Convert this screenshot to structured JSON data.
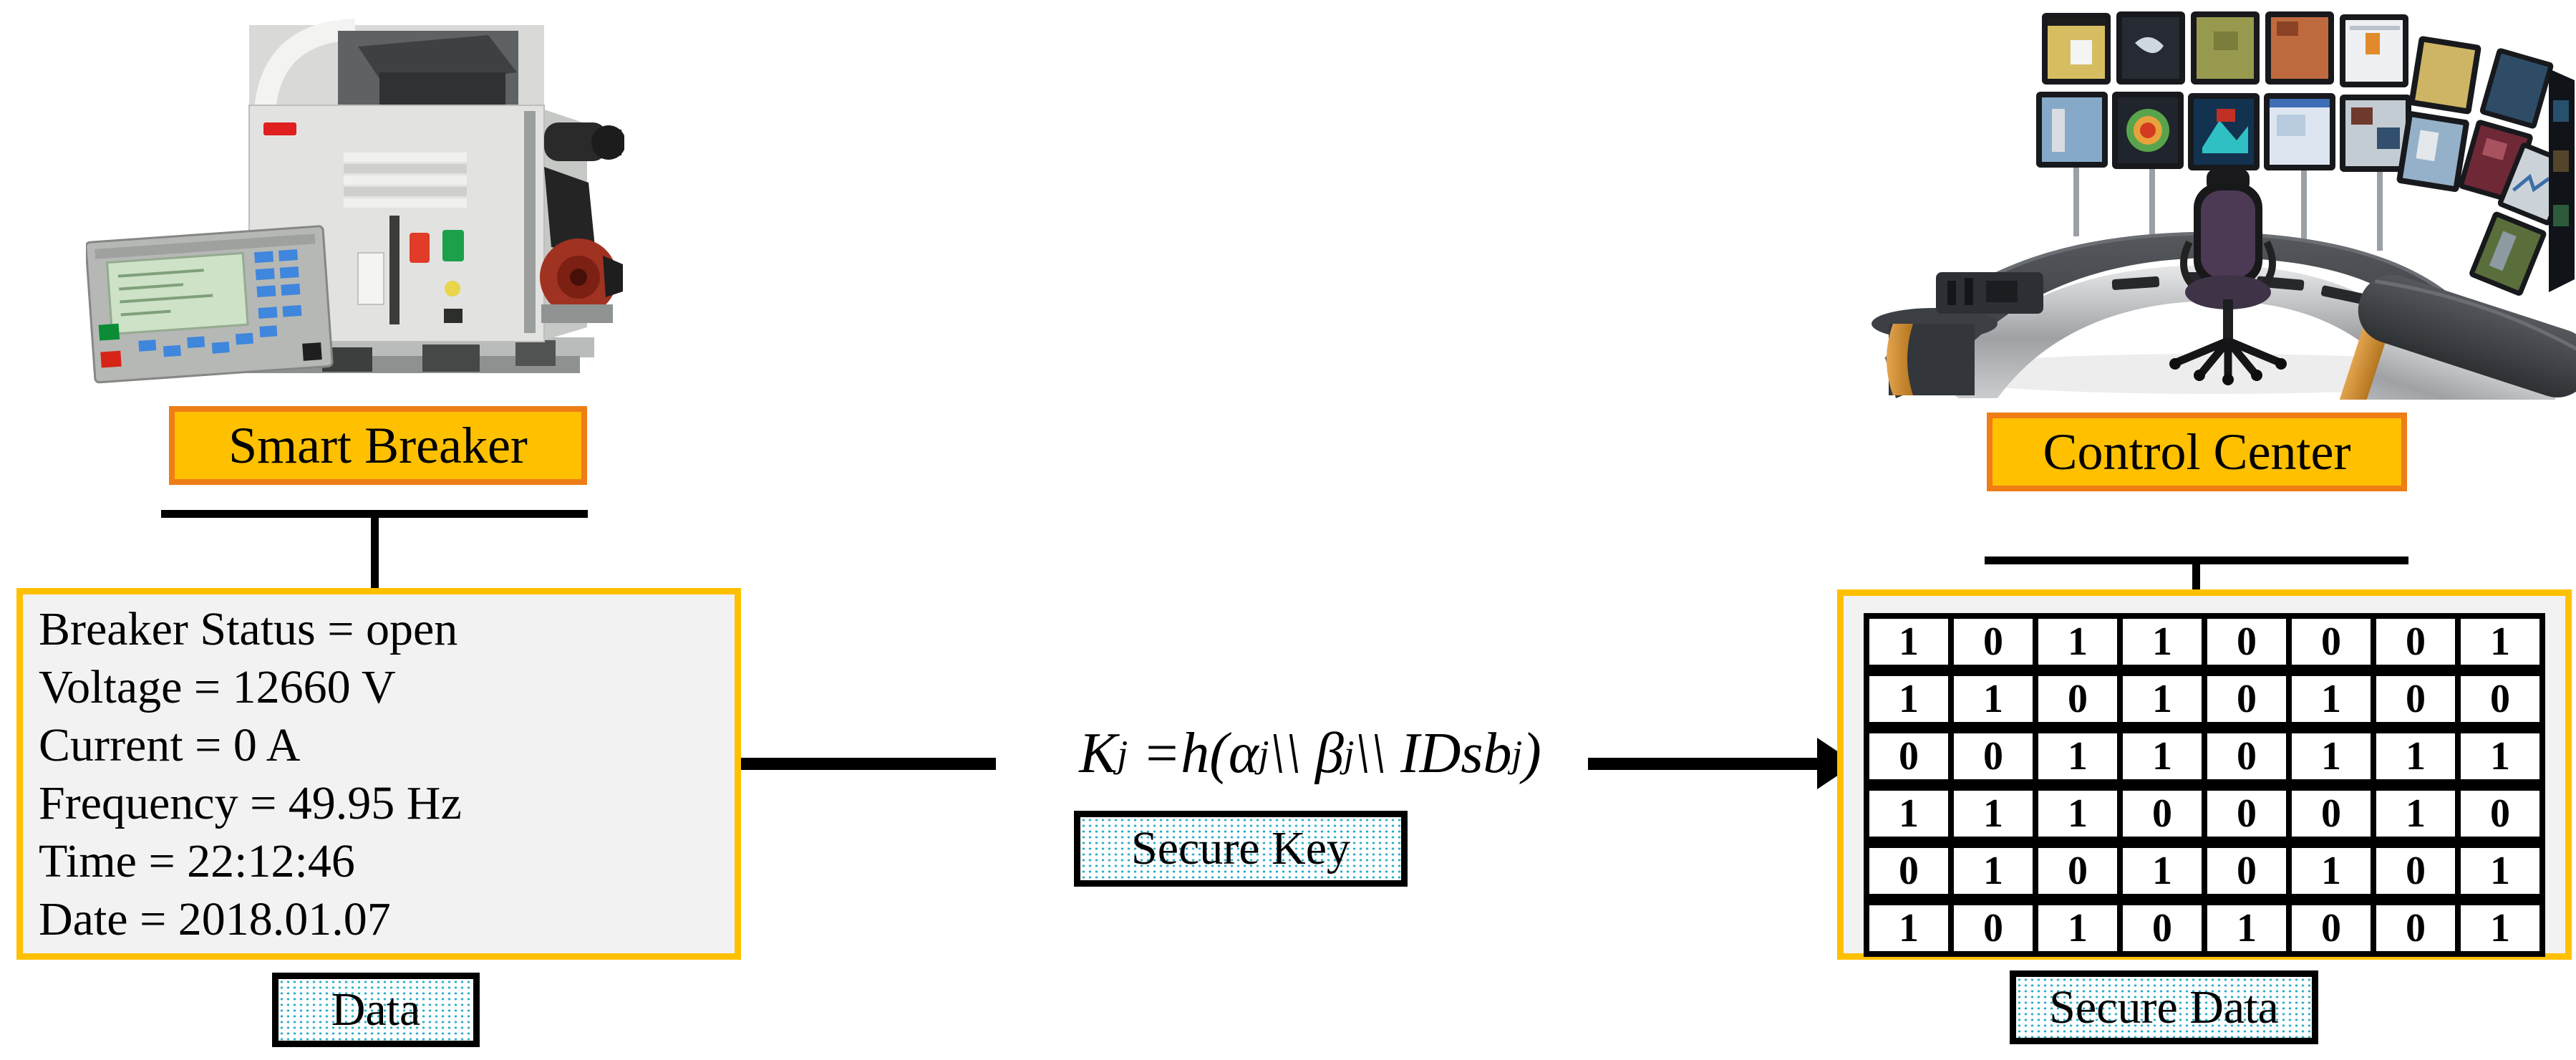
{
  "figure": {
    "description_left": "Smart Breaker",
    "description_right": "Control Center"
  },
  "colors": {
    "gold_fill": "#FFC000",
    "orange_border": "#EE7D16",
    "panel_fill": "#F2F2F2",
    "panel_border": "#FFC000",
    "dot_pattern_accent": "#2BAEC9",
    "line_color": "#000000"
  },
  "left": {
    "device_label": "Smart Breaker",
    "data_box": {
      "lines": [
        "Breaker Status = open",
        "Voltage = 12660 V",
        "Current = 0 A",
        "Frequency = 49.95 Hz",
        "Time = 22:12:46",
        "Date = 2018.01.07"
      ]
    },
    "data_label": "Data"
  },
  "middle": {
    "formula": {
      "p1": "K",
      "s1": "j",
      "p2": " =h(α",
      "s2": "j",
      "p3": "\\\\ β",
      "s3": "j",
      "p4": "\\\\ IDsb",
      "s4": "j",
      "p5": ")"
    },
    "secure_key_label": "Secure Key"
  },
  "right": {
    "device_label": "Control Center",
    "binary_rows": [
      [
        "1",
        "0",
        "1",
        "1",
        "0",
        "0",
        "0",
        "1"
      ],
      [
        "1",
        "1",
        "0",
        "1",
        "0",
        "1",
        "0",
        "0"
      ],
      [
        "0",
        "0",
        "1",
        "1",
        "0",
        "1",
        "1",
        "1"
      ],
      [
        "1",
        "1",
        "1",
        "0",
        "0",
        "0",
        "1",
        "0"
      ],
      [
        "0",
        "1",
        "0",
        "1",
        "0",
        "1",
        "0",
        "1"
      ],
      [
        "1",
        "0",
        "1",
        "0",
        "1",
        "0",
        "0",
        "1"
      ]
    ],
    "secure_data_label": "Secure Data"
  }
}
